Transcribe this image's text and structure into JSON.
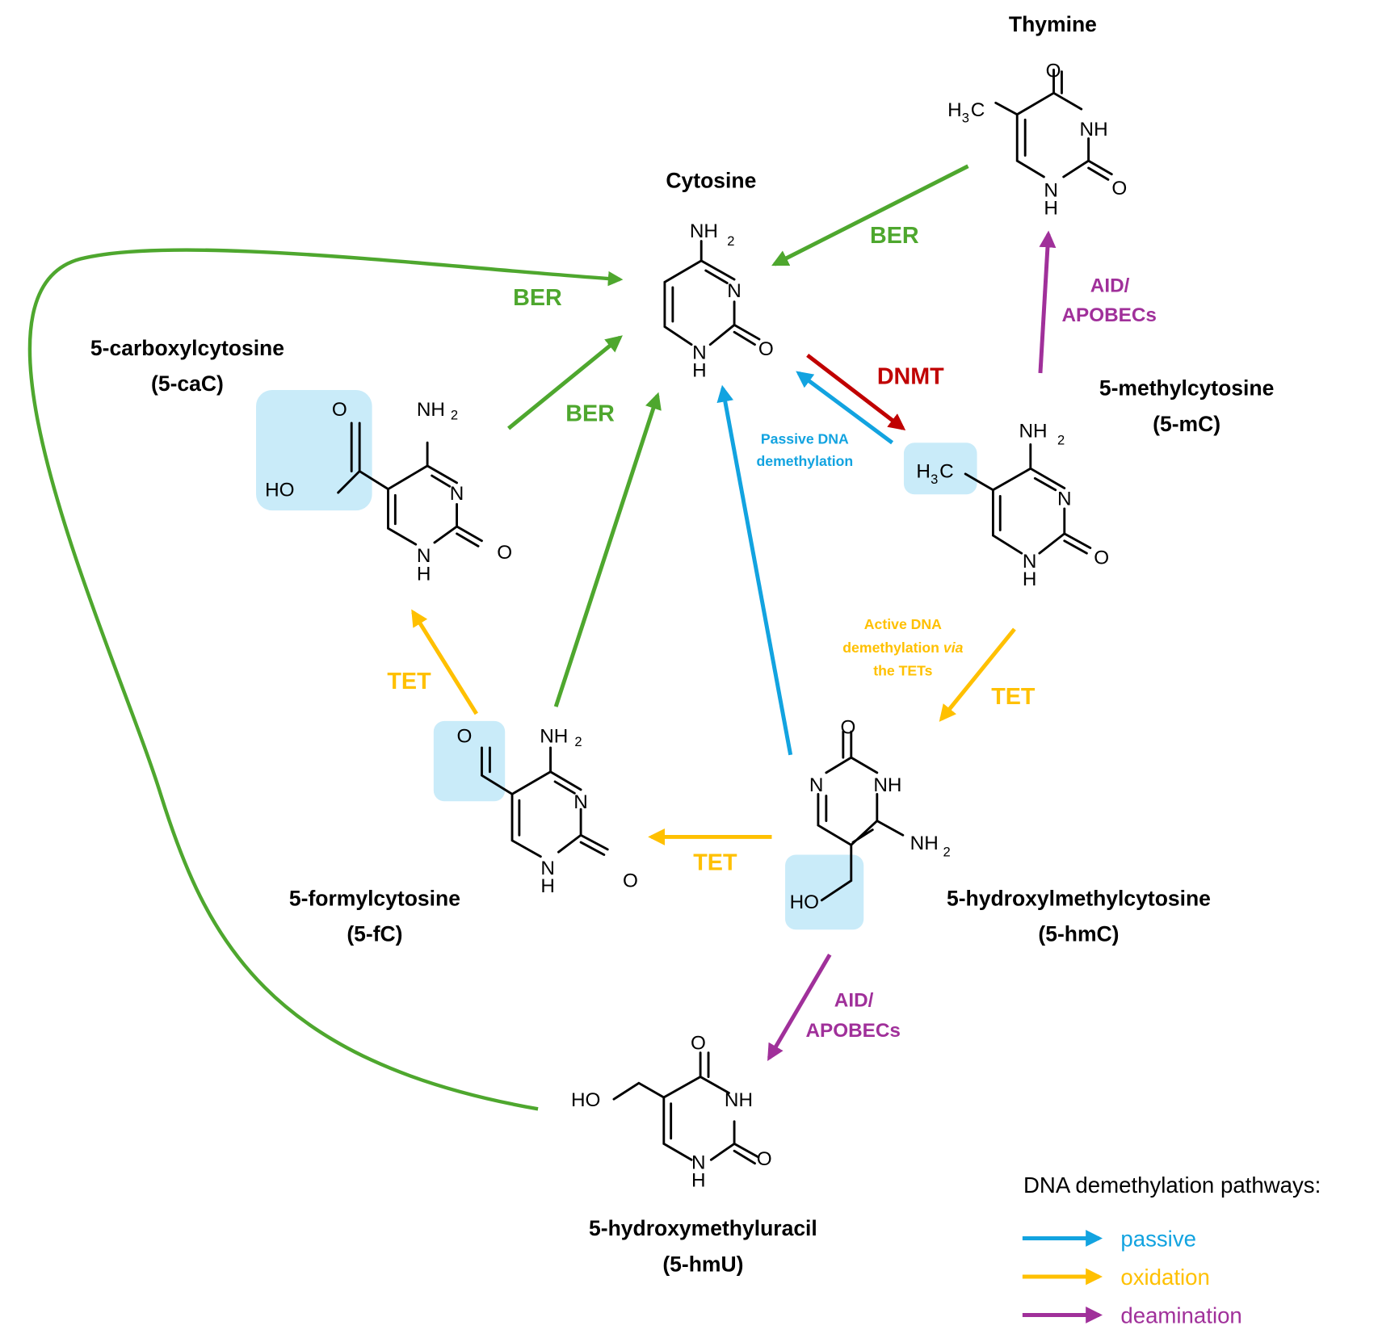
{
  "colors": {
    "ber": "#4ea72e",
    "passive": "#12a3e0",
    "oxidation": "#ffc000",
    "deamination": "#a0309a",
    "dnmt": "#c00000",
    "highlight": "#c9ebf9"
  },
  "molecules": {
    "cytosine": {
      "name": "Cytosine",
      "abbr": ""
    },
    "thymine": {
      "name": "Thymine",
      "abbr": ""
    },
    "mc": {
      "name": "5-methylcytosine",
      "abbr": "(5-mC)"
    },
    "hmc": {
      "name": "5-hydroxylmethylcytosine",
      "abbr": "(5-hmC)"
    },
    "fc": {
      "name": "5-formylcytosine",
      "abbr": "(5-fC)"
    },
    "cac": {
      "name": "5-carboxylcytosine",
      "abbr": "(5-caC)"
    },
    "hmu": {
      "name": "5-hydroxymethyluracil",
      "abbr": "(5-hmU)"
    }
  },
  "atoms": {
    "nh2": "NH",
    "sub2": "2",
    "n": "N",
    "nh": "NH",
    "o": "O",
    "h": "H",
    "ho": "HO",
    "h3c_h": "H",
    "sub3": "3",
    "h3c_c": "C"
  },
  "enzymes": {
    "ber_thymine": "BER",
    "ber_hmu": "BER",
    "ber_cac": "BER",
    "dnmt": "DNMT",
    "aid_mc_1": "AID/",
    "aid_mc_2": "APOBECs",
    "aid_hmc_1": "AID/",
    "aid_hmc_2": "APOBECs",
    "tet_mc": "TET",
    "tet_hmc": "TET",
    "tet_fc": "TET"
  },
  "notes": {
    "passive_1": "Passive DNA",
    "passive_2": "demethylation",
    "active_1": "Active DNA",
    "active_2a": "demethylation ",
    "active_2b": "via",
    "active_3": "the TETs"
  },
  "legend": {
    "title": "DNA demethylation pathways:",
    "items": [
      {
        "label": "passive",
        "color": "#12a3e0"
      },
      {
        "label": "oxidation",
        "color": "#ffc000"
      },
      {
        "label": "deamination",
        "color": "#a0309a"
      }
    ]
  }
}
